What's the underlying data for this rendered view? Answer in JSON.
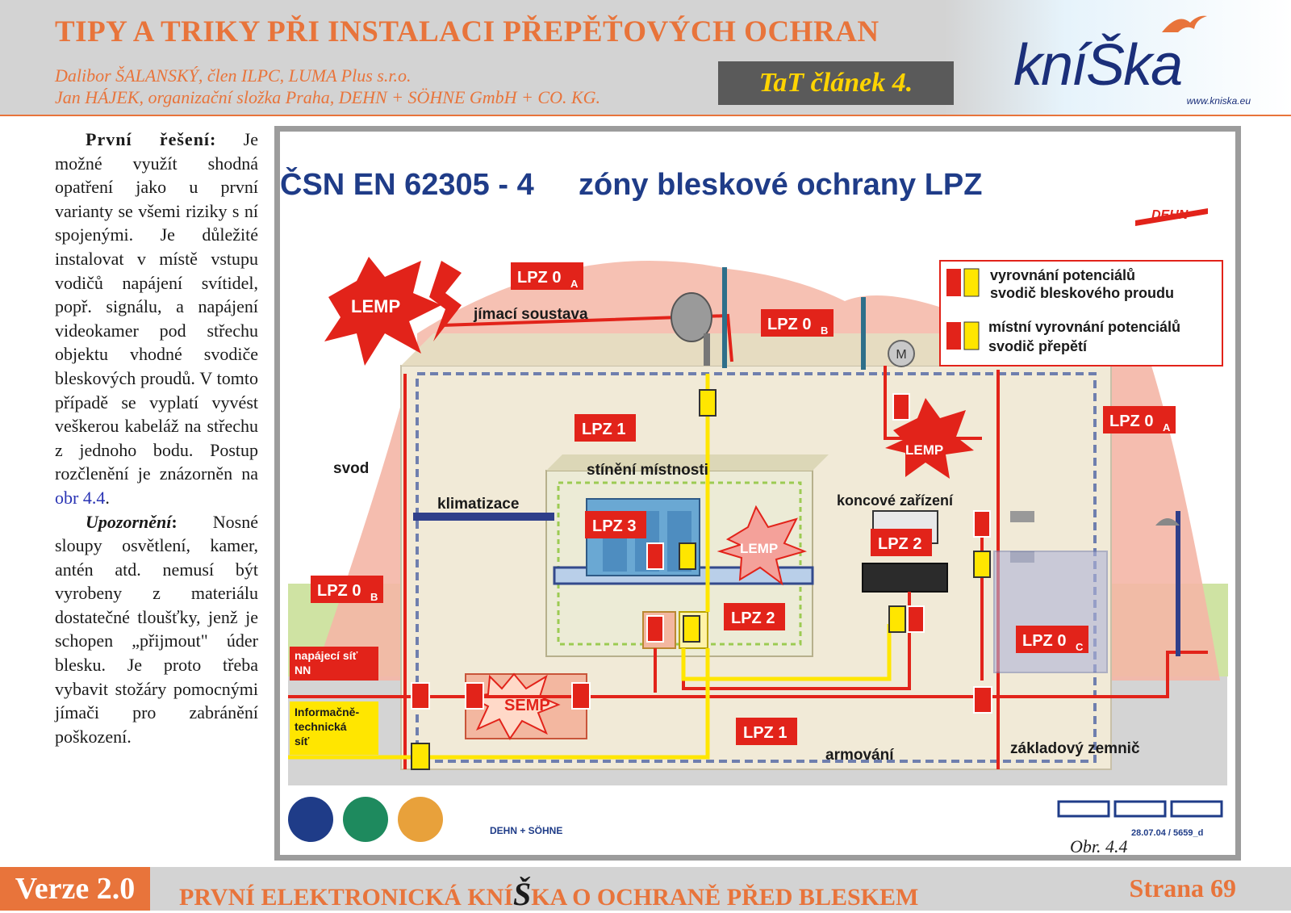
{
  "header": {
    "title": "TIPY A TRIKY PŘI INSTALACI PŘEPĚŤOVÝCH OCHRAN",
    "author1": "Dalibor ŠALANSKÝ, člen ILPC, LUMA Plus s.r.o.",
    "author2": "Jan HÁJEK, organizační složka Praha, DEHN + SÖHNE GmbH + CO. KG.",
    "badge": "TaT článek 4.",
    "logo_prefix": "kní",
    "logo_s": "Š",
    "logo_suffix": "ka",
    "logo_url": "www.kniska.eu"
  },
  "column": {
    "p1_lead": "První řešení:",
    "p1_text": " Je možné využít shodná opatření jako u první varianty se všemi riziky s ní spojenými. Je důležité instalovat v místě vstupu vodičů napájení svítidel, popř. signálu, a napájení videokamer pod střechu objektu vhodné svodiče bleskových proudů. V tomto případě se vyplatí vyvést veškerou kabeláž na střechu z jednoho bodu. Postup rozčlenění je znázorněn na ",
    "p1_link": "obr 4.4",
    "p1_end": ".",
    "p2_lead": "Upozornění",
    "p2_colon": ":",
    "p2_text": " Nosné sloupy osvětlení, kamer, antén atd. nemusí být vyrobeny z materiálu dostatečné tloušťky, jenž je schopen „přijmout\" úder blesku. Je proto třeba vybavit stožáry pomocnými jímači pro zabránění poškození."
  },
  "figure": {
    "title_left": "ČSN EN 62305 - 4",
    "title_right": "zóny bleskové ochrany LPZ",
    "dehn_logo": "DEHN",
    "legend": {
      "item1_line1": "vyrovnání potenciálů",
      "item1_line2": "svodič bleskového proudu",
      "item2_line1": "místní vyrovnání potenciálů",
      "item2_line2": "svodič přepětí"
    },
    "labels": {
      "lemp_outer": "LEMP",
      "lemp_mid": "LEMP",
      "lemp_inner": "LEMP",
      "semp": "SEMP",
      "lpz0a_top": "LPZ 0",
      "lpz0a_top_sub": "A",
      "lpz0b_top": "LPZ 0",
      "lpz0b_top_sub": "B",
      "lpz0a_right": "LPZ 0",
      "lpz0a_right_sub": "A",
      "lpz0b_left": "LPZ 0",
      "lpz0b_left_sub": "B",
      "lpz0c": "LPZ 0",
      "lpz0c_sub": "C",
      "lpz1_top": "LPZ 1",
      "lpz1_bottom": "LPZ 1",
      "lpz2_center": "LPZ 2",
      "lpz2_right": "LPZ 2",
      "lpz3": "LPZ 3",
      "jimaci": "jímací soustava",
      "svod": "svod",
      "stineni": "stínění místnosti",
      "klimatizace": "klimatizace",
      "koncove": "koncové zařízení",
      "napajeci_line1": "napájecí síť",
      "napajeci_line2": "NN",
      "info_line1": "Informačně-",
      "info_line2": "technická",
      "info_line3": "síť",
      "armovani": "armování",
      "zemnic": "základový zemnič",
      "motor": "M",
      "dehn_sohne": "DEHN + SÖHNE",
      "doc_code": "28.07.04 / 5659_d"
    },
    "colors": {
      "red": "#e2231a",
      "yellow": "#ffe600",
      "zone_fill": "#f4b6a6",
      "blue": "#1f3c88",
      "orange": "#e8743b"
    }
  },
  "caption": "Obr. 4.4",
  "footer": {
    "version": "Verze 2.0",
    "title_pre": "PRVNÍ ELEKTRONICKÁ KNÍ",
    "title_s": "Š",
    "title_post": "KA O OCHRANĚ PŘED BLESKEM",
    "page": "Strana 69"
  }
}
